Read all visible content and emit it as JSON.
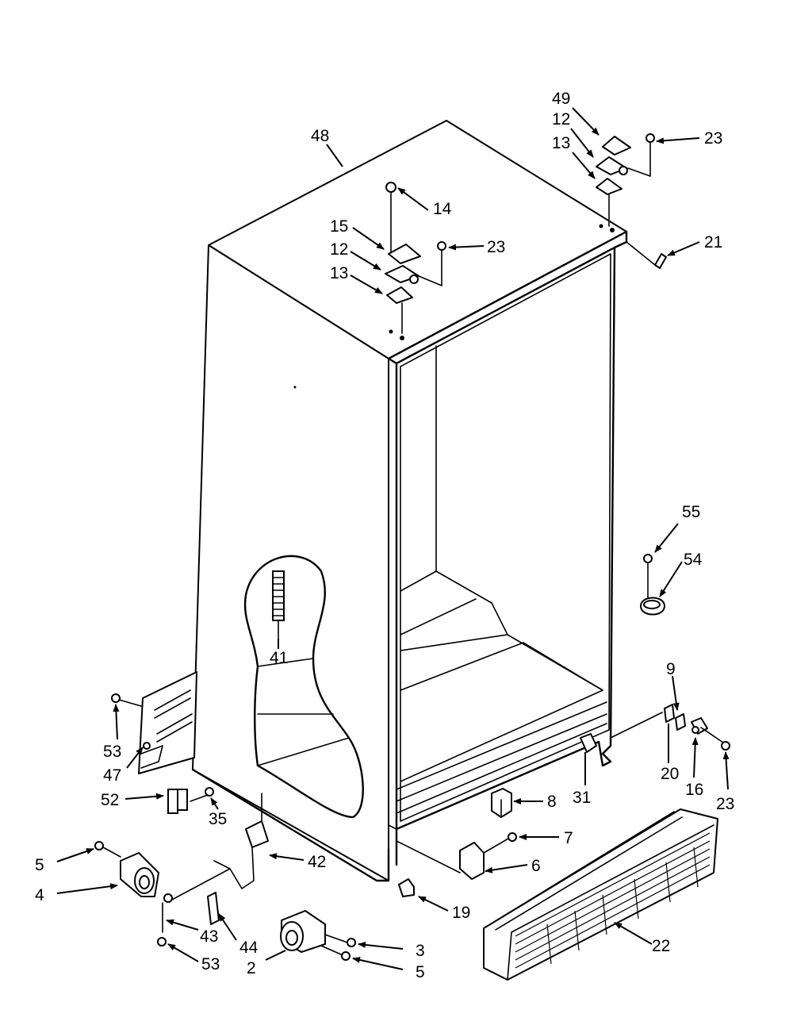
{
  "diagram": {
    "part_labels": [
      "48",
      "49",
      "12",
      "13",
      "23",
      "14",
      "15",
      "12",
      "23",
      "13",
      "21",
      "55",
      "54",
      "41",
      "9",
      "20",
      "16",
      "23",
      "31",
      "8",
      "53",
      "47",
      "52",
      "35",
      "42",
      "7",
      "6",
      "5",
      "4",
      "43",
      "44",
      "53",
      "19",
      "3",
      "5",
      "2",
      "22"
    ]
  }
}
